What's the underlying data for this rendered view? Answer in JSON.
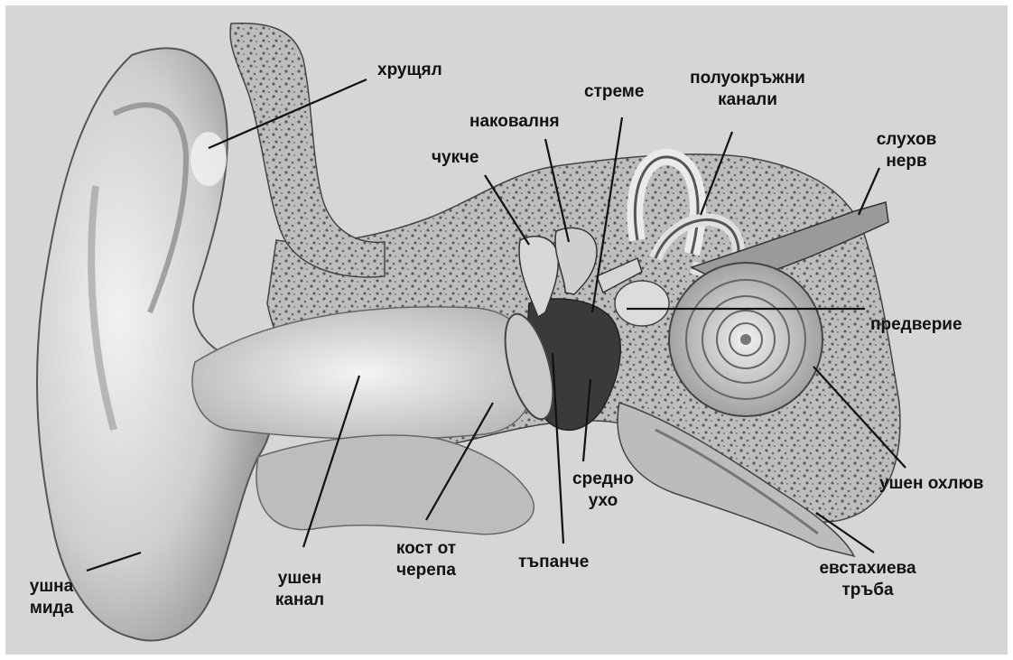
{
  "labels": {
    "hrushtyal": "хрущял",
    "streme": "стреме",
    "polukrazhni": "полуокръжни\nканали",
    "nakovalnya": "наковалня",
    "slukhov_nerv": "слухов\nнерв",
    "chukche": "чукче",
    "predverie": "предверие",
    "ushen_okhlyuv": "ушен охлюв",
    "sredno_ukho": "средно\nухо",
    "kost_ot_cherepa": "кост от\nчерепа",
    "tapanche": "тъпанче",
    "ushen_kanal": "ушен\nканал",
    "ushna_mida": "ушна\nмида",
    "evstakhieva_traba": "евстахиева\nтръба"
  },
  "colors": {
    "background": "#d6d6d6",
    "tissue_light": "#e4e4e4",
    "tissue_mid": "#a6a6a6",
    "tissue_dark": "#3a3a3a",
    "label_text": "#111111"
  }
}
